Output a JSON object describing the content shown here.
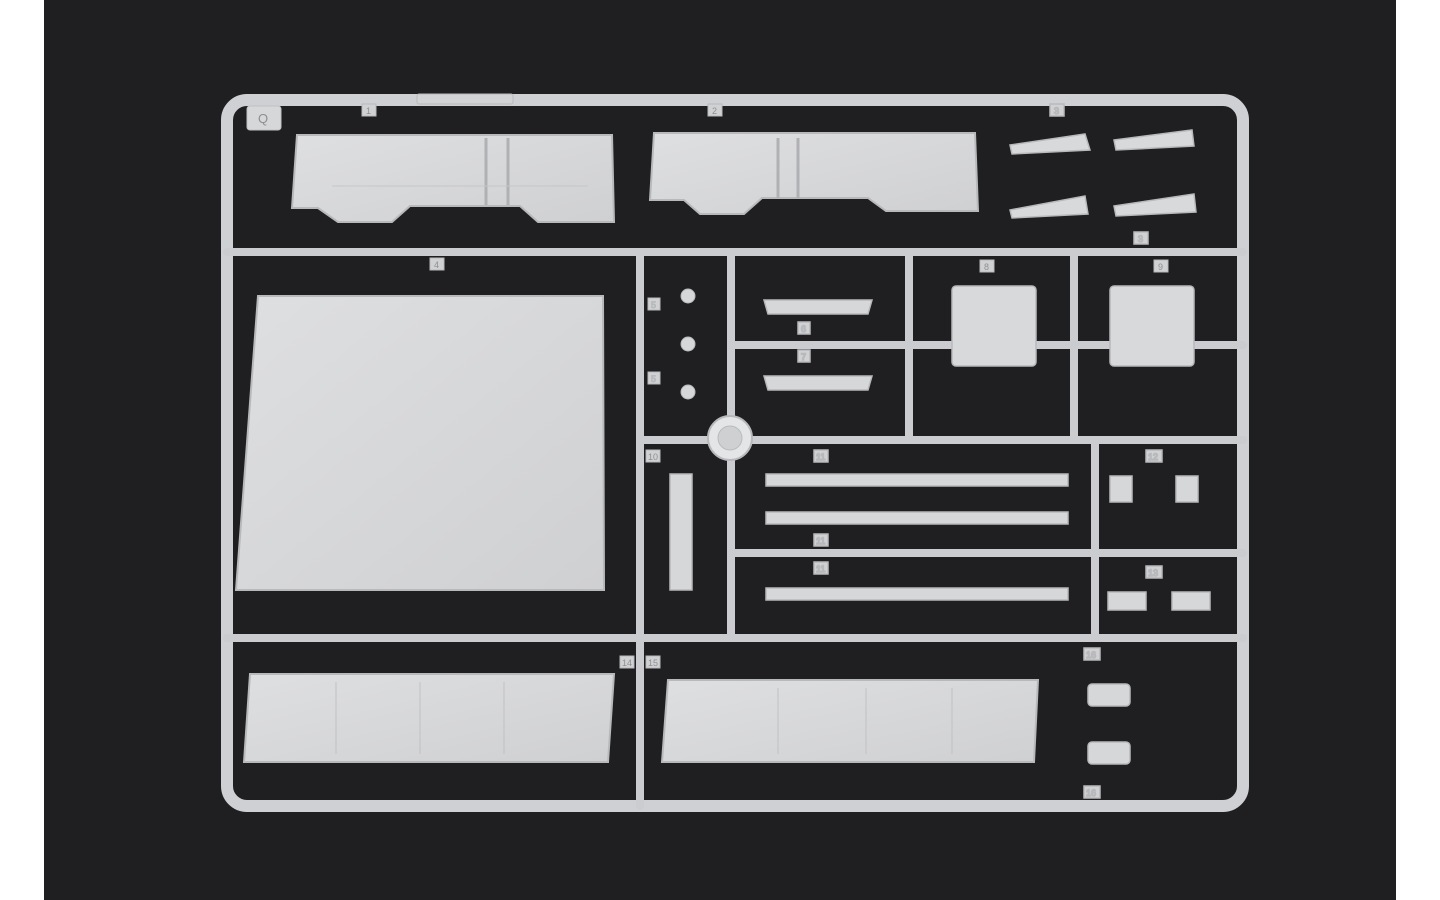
{
  "photo": {
    "background_color": "#1f1f21",
    "plastic_color": "#d3d4d6",
    "sprue_letter": "Q",
    "mold_text": "",
    "part_numbers": {
      "p1": "1",
      "p2": "2",
      "p3a": "3",
      "p3b": "3",
      "p4": "4",
      "p5a": "5",
      "p5b": "5",
      "p6": "6",
      "p7": "7",
      "p8": "8",
      "p9": "9",
      "p10": "10",
      "p11a": "11",
      "p11b": "11",
      "p11c": "11",
      "p12": "12",
      "p13": "13",
      "p14": "14",
      "p15": "15",
      "p16a": "16",
      "p16b": "16"
    }
  }
}
